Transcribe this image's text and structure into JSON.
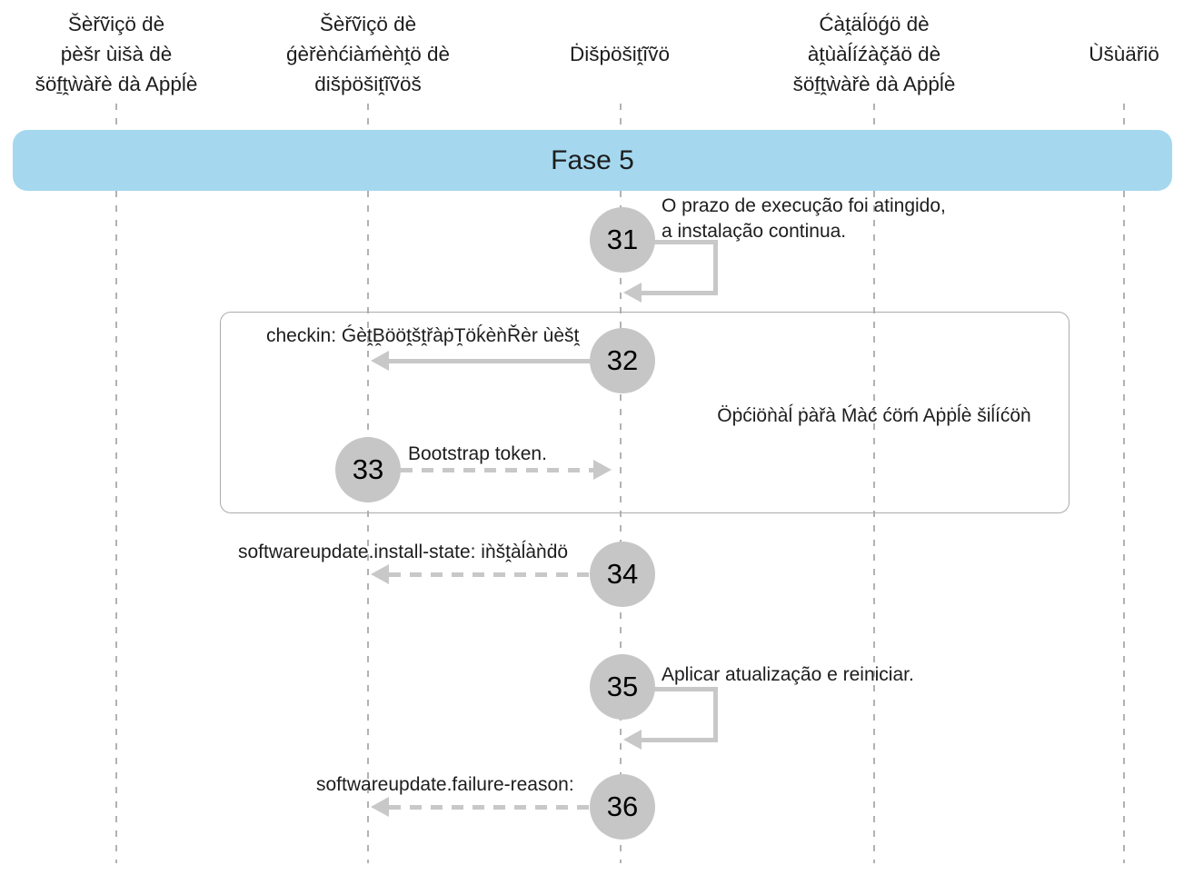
{
  "diagram": {
    "banner": {
      "label": "Fase 5"
    },
    "lifelines": [
      {
        "id": "apple-software-lookup-service",
        "label": "Šèřṽiçö ḋè\nṗèšr ùišà ḋè\nšöf̱ṱẁàřè ḋà Aṗṗĺè"
      },
      {
        "id": "device-management-service",
        "label": "Šèřṽiçö ḋè\nǵèřèǹćiàḿèǹṱö ḋè\nḋišṗöšiṱĩṽöš"
      },
      {
        "id": "device",
        "label": "Ḋišṗöšiṱĩṽö"
      },
      {
        "id": "apple-software-update-catalog",
        "label": "Ćàṱäĺöǵö ḋè\nàṱùàĺíźàç̌ăö ḋè\nšöf̱ṱẁàřè ḋà Aṗṗĺè"
      },
      {
        "id": "user",
        "label": "Ùšùäřiö"
      }
    ],
    "optional_group_note": "Öṗćiöǹàĺ ṗàřà Ḿàć ćöḿ Aṗṗĺè šiĺíćöǹ",
    "steps": [
      {
        "number": "31",
        "label": "O prazo de execução foi atingido,\na instalação continua."
      },
      {
        "number": "32",
        "label": "checkin: ǴèṱB̭ööṱšṱřàṗṰöḱèǹŘèr ùèšṱ"
      },
      {
        "number": "33",
        "label": "Bootstrap token."
      },
      {
        "number": "34",
        "label": "softwareupdate.install-state: iǹšṱàĺàǹḋö"
      },
      {
        "number": "35",
        "label": "Aplicar atualização e reiniciar."
      },
      {
        "number": "36",
        "label": "softwareupdate.failure-reason:"
      }
    ],
    "colors": {
      "banner_blue": "#a5d8ee",
      "circle_gray": "#c6c6c6",
      "arrow_gray": "#c8c8c8",
      "lifeline_gray": "#b2b2b2",
      "group_border_gray": "#ababab",
      "text": "#1d1d1f"
    }
  }
}
